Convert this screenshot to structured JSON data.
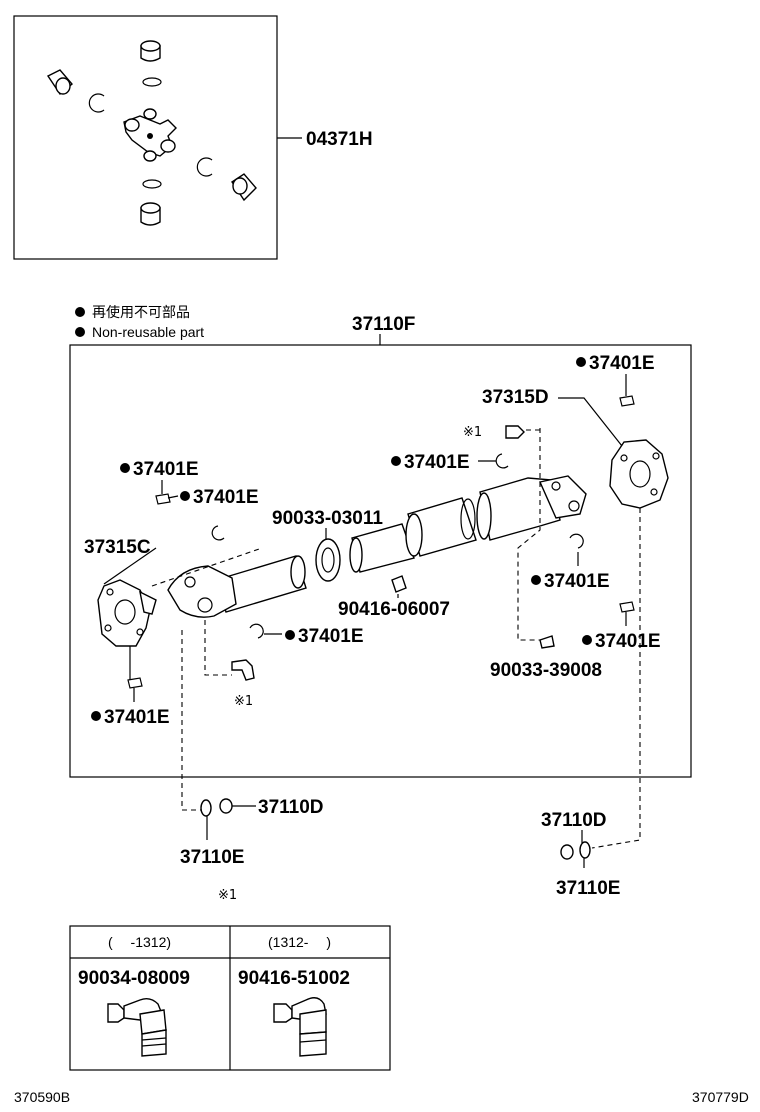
{
  "colors": {
    "line": "#000000",
    "background": "#ffffff"
  },
  "kit": {
    "part_no": "04371H"
  },
  "legend": {
    "bullet_icon": "filled-circle",
    "line_ja": "再使用不可部品",
    "line_en": "Non-reusable part"
  },
  "assembly": {
    "part_no": "37110F"
  },
  "labels": {
    "p37401E_a": "37401E",
    "p37401E_b": "37401E",
    "p37401E_c": "37401E",
    "p37401E_d": "37401E",
    "p37401E_e": "37401E",
    "p37401E_f": "37401E",
    "p37401E_g": "37401E",
    "p37315C": "37315C",
    "p37315D": "37315D",
    "p90033_03011": "90033-03011",
    "p90416_06007": "90416-06007",
    "p90033_39008": "90033-39008",
    "note1_top": "※1",
    "note1_left": "※1",
    "p37110D_left": "37110D",
    "p37110E_left": "37110E",
    "p37110D_right": "37110D",
    "p37110E_right": "37110E"
  },
  "table": {
    "note": "※1",
    "col1_header": "(　 -1312)",
    "col2_header": "(1312-　 )",
    "col1_part": "90034-08009",
    "col2_part": "90416-51002"
  },
  "footer": {
    "left_ref": "370590B",
    "right_ref": "370779D"
  }
}
